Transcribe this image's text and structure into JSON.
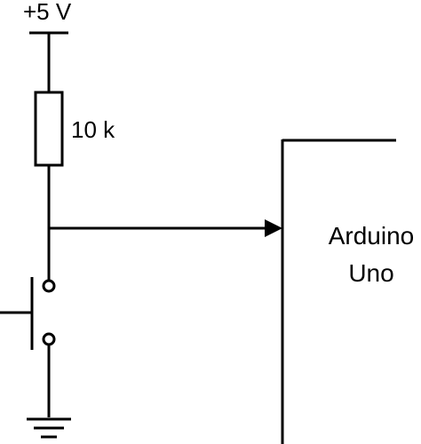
{
  "supply": {
    "label": "+5 V"
  },
  "resistor": {
    "label": "10 k"
  },
  "board": {
    "line1": "Arduino",
    "line2": "Uno"
  },
  "colors": {
    "ink": "#000000",
    "background": "#ffffff"
  },
  "symbols": {
    "supply": "supply-rail-icon",
    "resistor": "resistor-icon",
    "switch": "push-button-switch-icon",
    "ground": "ground-icon",
    "signal": "arrow-icon"
  }
}
